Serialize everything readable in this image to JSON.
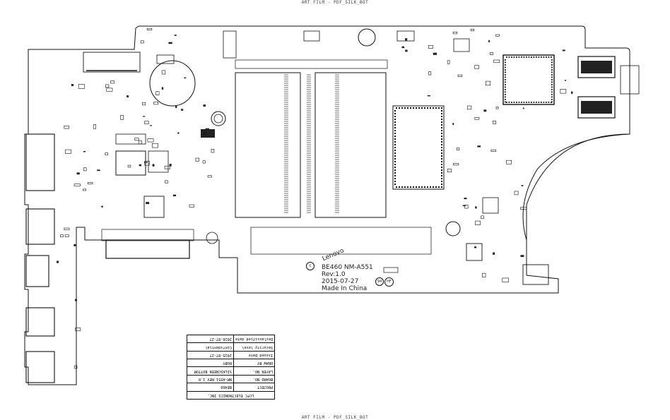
{
  "header": {
    "top_title": "ART FILM - PDF_SILK_BOT",
    "bottom_title": "ART FILM - PDF_SILK_BOT"
  },
  "silkscreen": {
    "brand": "Lenovo",
    "model": "BE460 NM-A551",
    "rev": "Rev:1.0",
    "date": "2015-07-27",
    "made_in": "Made In China",
    "mark_c": "c",
    "mark_hf": "HF",
    "mark_ul": "94"
  },
  "title_block": {
    "company": "LCFC ELECTRONICS INC.",
    "rows": [
      {
        "key": "PROJECT",
        "value": "BE460"
      },
      {
        "key": "BOARD NO.",
        "value": "NM-A551 REV 1.0"
      },
      {
        "key": "LAYER NO.",
        "value": "SILKSCREEN BOTTOM"
      },
      {
        "key": "DRAW BY",
        "value": "RUBY"
      },
      {
        "key": "Issued Date",
        "value": "2015-07-27"
      },
      {
        "key": "Security level",
        "value": "Confidential"
      },
      {
        "key": "Declassified date",
        "value": "2016-07-27"
      }
    ]
  },
  "colors": {
    "outline": "#111111",
    "pad": "#1a1a1a",
    "background": "#ffffff"
  }
}
